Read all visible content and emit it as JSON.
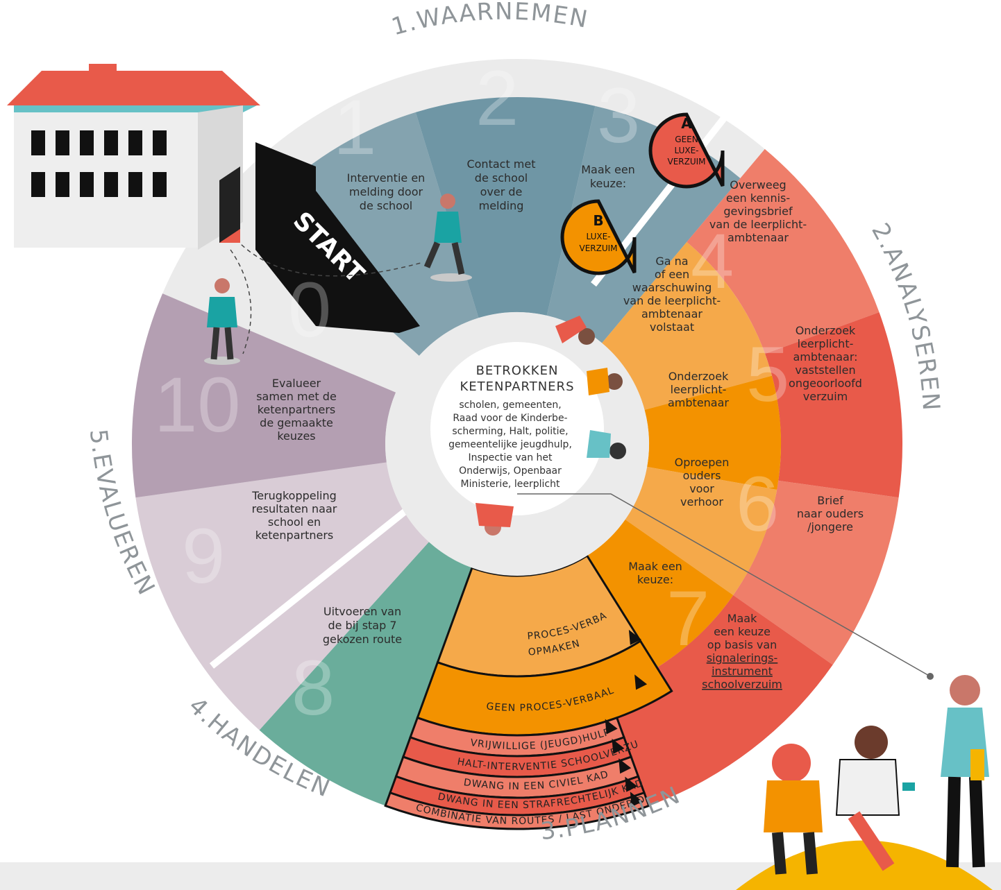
{
  "phases": {
    "waarnemen": "1.WAARNEMEN",
    "analyseren": "2.ANALYSEREN",
    "plannen": "3.PLANNEN",
    "handelen": "4.HANDELEN",
    "evalueren": "5.EVALUEREN"
  },
  "start_label": "START",
  "numbers": [
    "0",
    "1",
    "2",
    "3",
    "4",
    "5",
    "6",
    "7",
    "8",
    "9",
    "10"
  ],
  "steps": {
    "s1": [
      "Interventie en",
      "melding door",
      "de school"
    ],
    "s2": [
      "Contact met",
      "de school",
      "over de",
      "melding"
    ],
    "s3": [
      "Maak een",
      "keuze:"
    ],
    "s4_outer": [
      "Overweeg",
      "een kennis-",
      "gevingsbrief",
      "van de leerplicht-",
      "ambtenaar"
    ],
    "s4_inner": [
      "Ga na",
      "of een",
      "waarschuwing",
      "van de leerplicht-",
      "ambtenaar",
      "volstaat"
    ],
    "s5_outer": [
      "Onderzoek",
      "leerplicht-",
      "ambtenaar:",
      "vaststellen",
      "ongeoorloofd",
      "verzuim"
    ],
    "s5_inner": [
      "Onderzoek",
      "leerplicht-",
      "ambtenaar"
    ],
    "s6_outer": [
      "Brief",
      "naar ouders",
      "/jongere"
    ],
    "s6_inner": [
      "Oproepen",
      "ouders",
      "voor",
      "verhoor"
    ],
    "s7_top": [
      "Maak een",
      "keuze:"
    ],
    "s7_outer": [
      "Maak",
      "een keuze",
      "op basis van"
    ],
    "s7_link": [
      "signalerings-",
      "instrument",
      "schoolverzuim"
    ],
    "s8": [
      "Uitvoeren van",
      "de bij stap 7",
      "gekozen route"
    ],
    "s9": [
      "Terugkoppeling",
      "resultaten naar",
      "school en",
      "ketenpartners"
    ],
    "s10": [
      "Evalueer",
      "samen met de",
      "ketenpartners",
      "de gemaakte",
      "keuzes"
    ]
  },
  "badges": {
    "a": {
      "letter": "A",
      "lines": [
        "GEEN",
        "LUXE-",
        "VERZUIM"
      ],
      "color": "#e85a4a"
    },
    "b": {
      "letter": "B",
      "lines": [
        "LUXE-",
        "VERZUIM"
      ],
      "color": "#f39200"
    }
  },
  "routes": {
    "opmaken": [
      "OPMAKEN",
      "PROCES-VERBAAL"
    ],
    "geen": "GEEN PROCES-VERBAAL",
    "r1": "VRIJWILLIGE (JEUGD)HULP",
    "r2": "HALT-INTERVENTIE SCHOOLVERZUIM",
    "r3": "DWANG IN EEN CIVIEL KADER",
    "r4": "DWANG IN EEN STRAFRECHTELIJK KADER",
    "r5": "COMBINATIE VAN ROUTES / LAST ONDER DWANGSOM"
  },
  "center": {
    "title": [
      "BETROKKEN",
      "KETENPARTNERS"
    ],
    "body": [
      "scholen, gemeenten,",
      "Raad voor de Kinderbe-",
      "scherming, Halt, politie,",
      "gemeentelijke jeugdhulp,",
      "Inspectie van het",
      "Onderwijs, Openbaar",
      "Ministerie, leerplicht"
    ]
  },
  "colors": {
    "waarnemen_1": "#84a3af",
    "waarnemen_2": "#6f96a5",
    "waarnemen_3": "#7ea0ad",
    "analyse_outer": "#ef7e6a",
    "analyse_outer_dark": "#e85a4a",
    "analyse_inner_light": "#f5a94a",
    "analyse_inner": "#f39200",
    "plannen_red": "#e85a4a",
    "handelen": "#6aad9b",
    "evalueren_9": "#d9ccd6",
    "evalueren_10": "#b49fb2",
    "start_black": "#111111",
    "center_ring": "#ebebeb"
  }
}
